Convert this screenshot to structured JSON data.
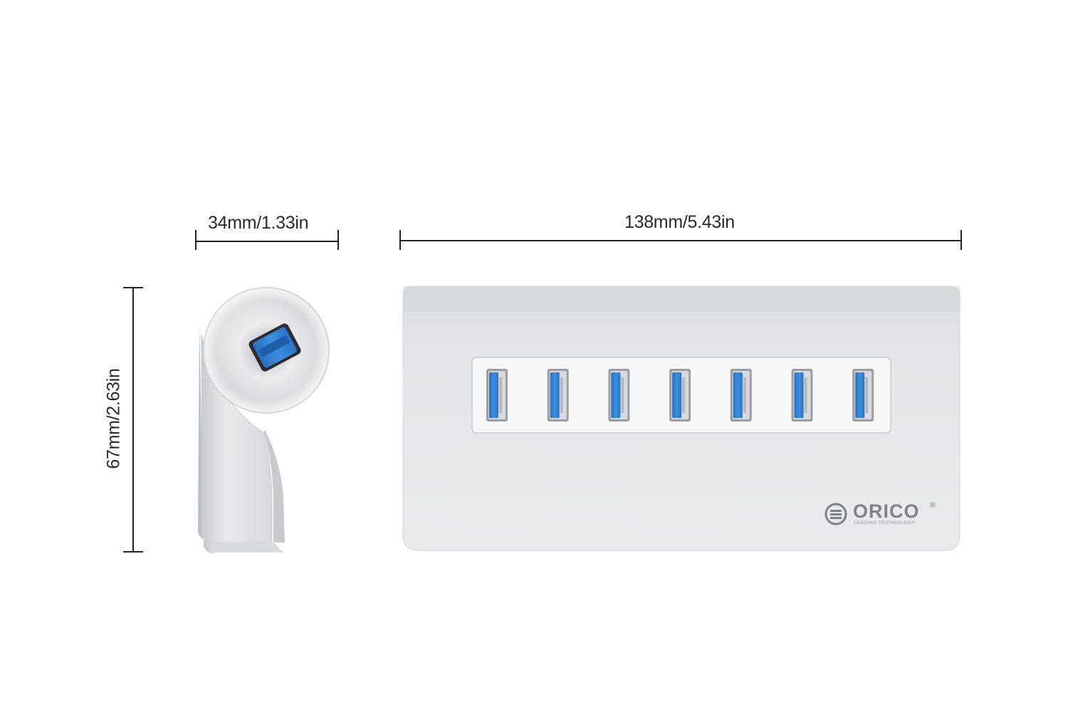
{
  "dimensions": {
    "side_width": "34mm/1.33in",
    "front_width": "138mm/5.43in",
    "height": "67mm/2.63in"
  },
  "product": {
    "brand": "ORICO",
    "brand_mark": "®",
    "tagline": "LEADING TECHNOLOGY",
    "front_port_count": 7,
    "side_port_count": 1
  },
  "colors": {
    "background": "#ffffff",
    "aluminum_light": "#e6e7e9",
    "aluminum_mid": "#d3d5d8",
    "panel_white": "#f7f7f7",
    "usb_blue": "#2f7fd0",
    "dimension_line": "#222222",
    "logo_gray": "#7f8286"
  }
}
